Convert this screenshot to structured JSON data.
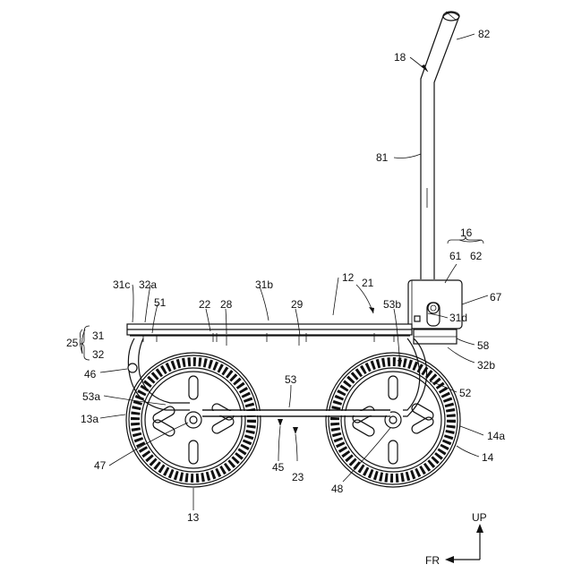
{
  "figure": {
    "labels": {
      "82": "82",
      "18": "18",
      "81": "81",
      "16": "16",
      "61": "61",
      "62": "62",
      "12": "12",
      "21": "21",
      "31c": "31c",
      "32a": "32a",
      "31b": "31b",
      "67": "67",
      "53b": "53b",
      "31d": "31d",
      "51": "51",
      "22": "22",
      "28": "28",
      "29": "29",
      "25": "25",
      "31": "31",
      "32": "32",
      "58": "58",
      "32b": "32b",
      "46": "46",
      "53": "53",
      "53a": "53a",
      "52": "52",
      "13a": "13a",
      "14a": "14a",
      "14": "14",
      "47": "47",
      "45": "45",
      "23": "23",
      "48": "48",
      "13": "13"
    },
    "axes": {
      "up": "UP",
      "fr": "FR"
    }
  }
}
